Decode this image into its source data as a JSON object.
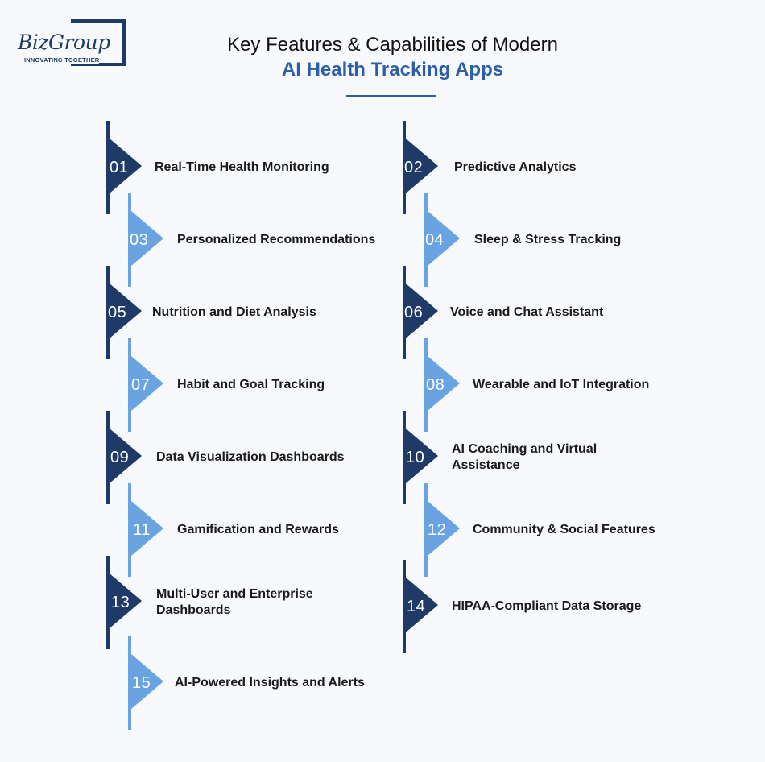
{
  "logo": {
    "wordmark": "BizGroup",
    "tagline": "INNOVATING TOGETHER"
  },
  "title": {
    "line1": "Key Features & Capabilities of Modern",
    "line2": "AI Health Tracking Apps"
  },
  "colors": {
    "dark": "#1f3a66",
    "light": "#6aa3e2",
    "accent": "#2d5fa8"
  },
  "features": [
    {
      "num": "01",
      "label": "Real-Time Health Monitoring"
    },
    {
      "num": "02",
      "label": "Predictive Analytics"
    },
    {
      "num": "03",
      "label": "Personalized Recommendations"
    },
    {
      "num": "04",
      "label": "Sleep & Stress Tracking"
    },
    {
      "num": "05",
      "label": "Nutrition and Diet Analysis"
    },
    {
      "num": "06",
      "label": "Voice and Chat Assistant"
    },
    {
      "num": "07",
      "label": "Habit and Goal Tracking"
    },
    {
      "num": "08",
      "label": "Wearable and IoT Integration"
    },
    {
      "num": "09",
      "label": "Data Visualization Dashboards"
    },
    {
      "num": "10",
      "label": "AI Coaching and Virtual Assistance"
    },
    {
      "num": "11",
      "label": "Gamification and Rewards"
    },
    {
      "num": "12",
      "label": "Community & Social Features"
    },
    {
      "num": "13",
      "label": "Multi-User and Enterprise Dashboards"
    },
    {
      "num": "14",
      "label": "HIPAA-Compliant Data Storage"
    },
    {
      "num": "15",
      "label": "AI-Powered Insights and Alerts"
    }
  ]
}
